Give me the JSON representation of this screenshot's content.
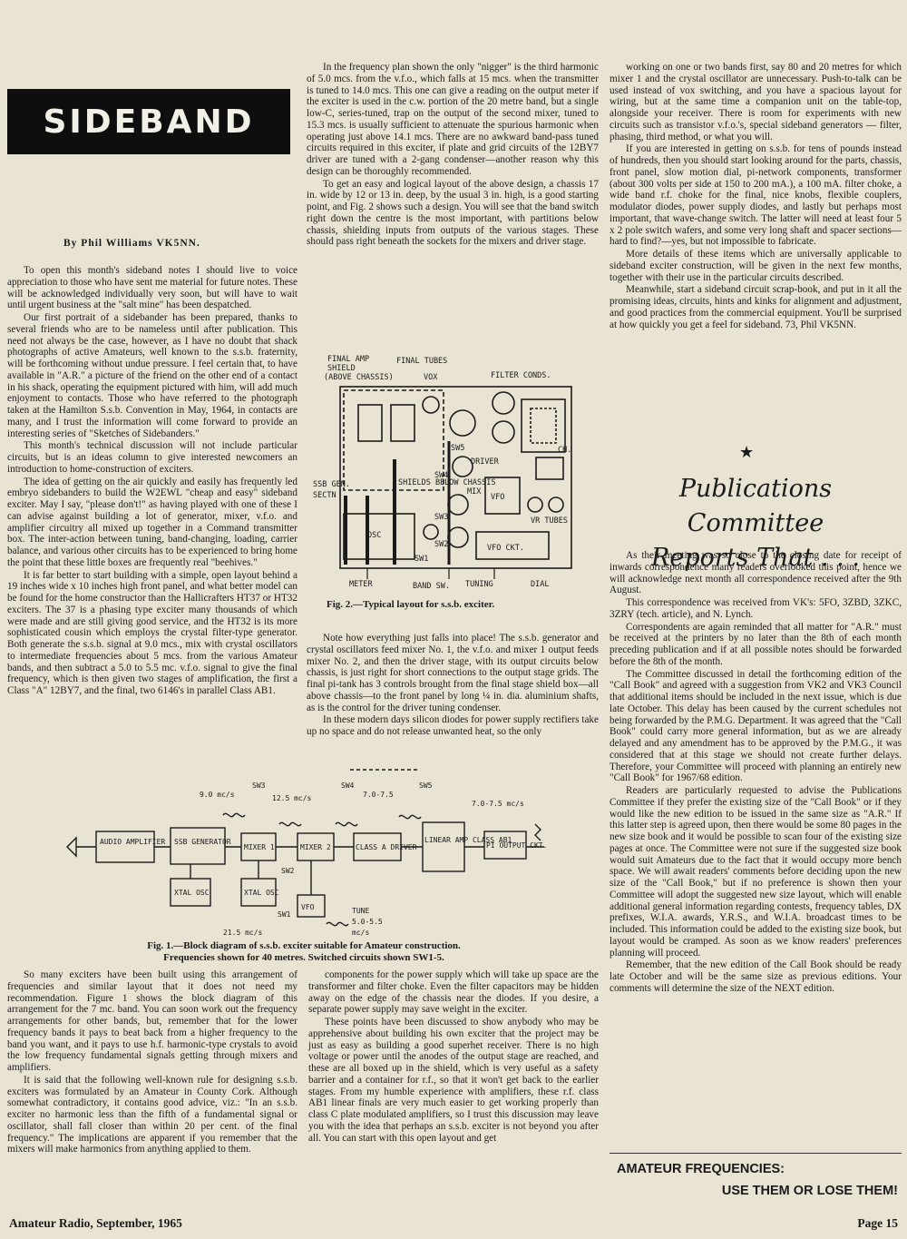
{
  "header": {
    "banner": "SIDEBAND",
    "byline": "By  Phil Williams  VK5NN."
  },
  "col1": [
    "To open this month's sideband notes I should live to voice appreciation to those who have sent me material for future notes. These will be acknowledged individually very soon, but will have to wait until urgent business at the \"salt mine\" has been despatched.",
    "Our first portrait of a sidebander has been prepared, thanks to several friends who are to be nameless until after publication. This need not always be the case, however, as I have no doubt that shack photographs of active Amateurs, well known to the s.s.b. fraternity, will be forthcoming without undue pressure. I feel certain that, to have available in \"A.R.\" a picture of the friend on the other end of a contact in his shack, operating the equipment pictured with him, will add much enjoyment to contacts. Those who have referred to the photograph taken at the Hamilton S.s.b. Convention in May, 1964, in contacts are many, and I trust the information will come forward to provide an interesting series of \"Sketches of Sidebanders.\"",
    "This month's technical discussion will not include particular circuits, but is an ideas column to give interested newcomers an introduction to home-construction of exciters.",
    "The idea of getting on the air quickly and easily has frequently led embryo sidebanders to build the W2EWL \"cheap and easy\" sideband exciter. May I say, \"please don't!\" as having played with one of these I can advise against building a lot of generator, mixer, v.f.o. and amplifier circuitry all mixed up together in a Command transmitter box. The inter-action between tuning, band-changing, loading, carrier balance, and various other circuits has to be experienced to bring home the point that these little boxes are frequently real \"beehives.\"",
    "It is far better to start building with a simple, open layout behind a 19 inches wide x 10 inches high front panel, and what better model can be found for the home constructor than the Hallicrafters HT37 or HT32 exciters. The 37 is a phasing type exciter many thousands of which were made and are still giving good service, and the HT32 is its more sophisticated cousin which employs the crystal filter-type generator. Both generate the s.s.b. signal at 9.0 mcs., mix with crystal oscillators to intermediate frequencies about 5 mcs. from the various Amateur bands, and then subtract a 5.0 to 5.5 mc. v.f.o. signal to give the final frequency, which is then given two stages of amplification, the first a Class \"A\" 12BY7, and the final, two 6146's in parallel Class AB1."
  ],
  "col1b": [
    "So many exciters have been built using this arrangement of frequencies and similar layout that it does not need my recommendation. Figure 1 shows the block diagram of this arrangement for the 7 mc. band. You can soon work out the frequency arrangements for other bands, but, remember that for the lower frequency bands it pays to beat back from a higher frequency to the band you want, and it pays to use h.f. harmonic-type crystals to avoid the low frequency fundamental signals getting through mixers and amplifiers.",
    "It is said that the following well-known rule for designing s.s.b. exciters was formulated by an Amateur in County Cork. Although somewhat contradictory, it contains good advice, viz.: \"In an s.s.b. exciter no harmonic less than the fifth of a fundamental signal or oscillator, shall fall closer than within 20 per cent. of the final frequency.\" The implications are apparent if you remember that the mixers will make harmonics from anything applied to them."
  ],
  "col2a": [
    "In the frequency plan shown the only \"nigger\" is the third harmonic of 5.0 mcs. from the v.f.o., which falls at 15 mcs. when the transmitter is tuned to 14.0 mcs. This one can give a reading on the output meter if the exciter is used in the c.w. portion of the 20 metre band, but a single low-C, series-tuned, trap on the output of the second mixer, tuned to 15.3 mcs. is usually sufficient to attenuate the spurious harmonic when operating just above 14.1 mcs. There are no awkward band-pass tuned circuits required in this exciter, if plate and grid circuits of the 12BY7 driver are tuned with a 2-gang condenser—another reason why this design can be thoroughly recommended.",
    "To get an easy and logical layout of the above design, a chassis 17 in. wide by 12 or 13 in. deep, by the usual 3 in. high, is a good starting point, and Fig. 2 shows such a design. You will see that the band switch right down the centre is the most important, with partitions below chassis, shielding inputs from outputs of the various stages. These should pass right beneath the sockets for the mixers and driver stage."
  ],
  "col2b": [
    "Note how everything just falls into place! The s.s.b. generator and crystal oscillators feed mixer No. 1, the v.f.o. and mixer 1 output feeds mixer No. 2, and then the driver stage, with its output circuits below chassis, is just right for short connections to the output stage grids. The final pi-tank has 3 controls brought from the final stage shield box—all above chassis—to the front panel by long ¼ in. dia. aluminium shafts, as is the control for the driver tuning condenser.",
    "In these modern days silicon diodes for power supply rectifiers take up no space and do not release unwanted heat, so the only"
  ],
  "col2c": [
    "components for the power supply which will take up space are the transformer and filter choke. Even the filter capacitors may be hidden away on the edge of the chassis near the diodes. If you desire, a separate power supply may save weight in the exciter.",
    "These points have been discussed to show anybody who may be apprehensive about building his own exciter that the project may be just as easy as building a good superhet receiver. There is no high voltage or power until the anodes of the output stage are reached, and these are all boxed up in the shield, which is very useful as a safety barrier and a container for r.f., so that it won't get back to the earlier stages. From my humble experience with amplifiers, these r.f. class AB1 linear finals are very much easier to get working properly than class C plate modulated amplifiers, so I trust this discussion may leave you with the idea that perhaps an s.s.b. exciter is not beyond you after all. You can start with this open layout and get"
  ],
  "col3a": [
    "working on one or two bands first, say 80 and 20 metres for which mixer 1 and the crystal oscillator are unnecessary. Push-to-talk can be used instead of vox switching, and you have a spacious layout for wiring, but at the same time a companion unit on the table-top, alongside your receiver. There is room for experiments with new circuits such as transistor v.f.o.'s, special sideband generators — filter, phasing, third method, or what you will.",
    "If you are interested in getting on s.s.b. for tens of pounds instead of hundreds, then you should start looking around for the parts, chassis, front panel, slow motion dial, pi-network components, transformer (about 300 volts per side at 150 to 200 mA.), a 100 mA. filter choke, a wide band r.f. choke for the final, nice knobs, flexible couplers, modulator diodes, power supply diodes, and lastly but perhaps most important, that wave-change switch. The latter will need at least four 5 x 2 pole switch wafers, and some very long shaft and spacer sections—hard to find?—yes, but not impossible to fabricate.",
    "More details of these items which are universally applicable to sideband exciter construction, will be given in the next few months, together with their use in the particular circuits described.",
    "Meanwhile, start a sideband circuit scrap-book, and put in it all the promising ideas, circuits, hints and kinks for alignment and adjustment, and good practices from the commercial equipment. You'll be surprised at how quickly you get a feel for sideband. 73, Phil VK5NN."
  ],
  "pub": {
    "star": "★",
    "heading_line1": "Publications Committee",
    "heading_line2": "Reports That . . .",
    "paras": [
      "As their meeting was so close to the closing date for receipt of inwards correspondence many readers overlooked this point, hence we will acknowledge next month all correspondence received after the 9th August.",
      "This correspondence was received from VK's: 5FO, 3ZBD, 3ZKC, 3ZRY (tech. article), and N. Lynch.",
      "Correspondents are again reminded that all matter for \"A.R.\" must be received at the printers by no later than the 8th of each month preceding publication and if at all possible notes should be forwarded before the 8th of the month.",
      "The Committee discussed in detail the forthcoming edition of the \"Call Book\" and agreed with a suggestion from VK2 and VK3 Council that additional items should be included in the next issue, which is due late October. This delay has been caused by the current schedules not being forwarded by the P.M.G. Department. It was agreed that the \"Call Book\" could carry more general information, but as we are already delayed and any amendment has to be approved by the P.M.G., it was considered that at this stage we should not create further delays. Therefore, your Committee will proceed with planning an entirely new \"Call Book\" for 1967/68 edition.",
      "Readers are particularly requested to advise the Publications Committee if they prefer the existing size of the \"Call Book\" or if they would like the new edition to be issued in the same size as \"A.R.\" If this latter step is agreed upon, then there would be some 80 pages in the new size book and it would be possible to scan four of the existing size pages at once. The Committee were not sure if the suggested size book would suit Amateurs due to the fact that it would occupy more bench space. We will await readers' comments before deciding upon the new size of the \"Call Book,\" but if no preference is shown then your Committee will adopt the suggested new size layout, which will enable additional general information regarding contests, frequency tables, DX prefixes, W.I.A. awards, Y.R.S., and W.I.A. broadcast times to be included. This information could be added to the existing size book, but layout would be cramped. As soon as we know readers' preferences planning will proceed.",
      "Remember, that the new edition of the Call Book should be ready late October and will be the same size as previous editions. Your comments will determine the size of the NEXT edition."
    ]
  },
  "amateur": {
    "line1": "AMATEUR FREQUENCIES:",
    "line2": "USE THEM OR LOSE THEM!"
  },
  "fig2": {
    "caption": "Fig. 2.—Typical layout for s.s.b. exciter.",
    "labels": {
      "final_amp": "FINAL AMP",
      "shield": "SHIELD",
      "above_chassis": "(ABOVE CHASSIS)",
      "final_tubes": "FINAL TUBES",
      "vox": "VOX",
      "filter_conds": "FILTER CONDS.",
      "ssb_gen": "SSB GEN.",
      "sectn": "SECTN",
      "shields": "SHIELDS BELOW CHASSIS",
      "driver": "DRIVER",
      "mix": "MIX",
      "vfo": "VFO",
      "vfo_ckt": "VFO CKT.",
      "vr_tubes": "VR TUBES",
      "osc": "OSC",
      "ch": "CH.",
      "sw5": "SW5",
      "sw4": "SW4",
      "sw3": "SW3",
      "sw2": "SW2",
      "sw1": "SW1",
      "meter": "METER",
      "band_sw": "BAND SW.",
      "tuning": "TUNING",
      "dial": "DIAL"
    }
  },
  "fig1": {
    "caption_line1": "Fig. 1.—Block diagram of s.s.b. exciter suitable for Amateur construction.",
    "caption_line2": "Frequencies shown for 40 metres.  Switched circuits shown SW1-5.",
    "blocks": [
      "AUDIO AMPLIFIER",
      "SSB GENERATOR",
      "MIXER 1",
      "MIXER 2",
      "CLASS A DRIVER",
      "LINEAR AMP CLASS AB1",
      "PI OUTPUT CKT.",
      "XTAL OSC",
      "XTAL OSC",
      "VFO"
    ],
    "labels": {
      "f9": "9.0 mc/s",
      "f125": "12.5 mc/s",
      "f7075a": "7.0-7.5",
      "f7075b": "7.0-7.5 mc/s",
      "f215": "21.5 mc/s",
      "tune": "TUNE",
      "f5055": "5.0-5.5",
      "mcs": "mc/s",
      "sw1": "SW1",
      "sw2": "SW2",
      "sw3": "SW3",
      "sw4": "SW4",
      "sw5": "SW5"
    }
  },
  "footer": {
    "left": "Amateur Radio, September, 1965",
    "right": "Page 15"
  }
}
